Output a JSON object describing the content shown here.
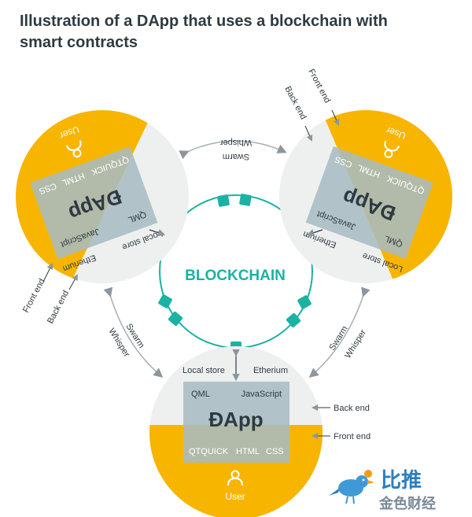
{
  "title": {
    "line1": "Illustration of a DApp that uses a blockchain with",
    "line2": "smart contracts"
  },
  "blockchain": {
    "label": "BLOCKCHAIN"
  },
  "nodes": {
    "bottom": {
      "user": "User",
      "dapp": "ĐApp",
      "qml": "QML",
      "javascript": "JavaScript",
      "qtquick": "QTQUICK",
      "html": "HTML",
      "css": "CSS",
      "local_store": "Local store",
      "etherium": "Etherium",
      "back_end": "Back end",
      "front_end": "Front end"
    },
    "left": {
      "user": "User",
      "dapp": "ĐApp",
      "qml": "QML",
      "javascript": "JavaScript",
      "qtquick": "QTQUICK",
      "html": "HTML",
      "css": "CSS",
      "local_store": "Local store",
      "etherium": "Etherium",
      "back_end": "Back end",
      "front_end": "Front end"
    },
    "right": {
      "user": "User",
      "dapp": "ĐApp",
      "qml": "QML",
      "javascript": "JavaScript",
      "qtquick": "QTQUICK",
      "html": "HTML",
      "css": "CSS",
      "local_store": "Local store",
      "etherium": "Etherium",
      "back_end": "Back end",
      "front_end": "Front end"
    }
  },
  "links": {
    "top": {
      "swarm": "Swarm",
      "whisper": "Whisper"
    },
    "left": {
      "swarm": "Swarm",
      "whisper": "Whisper"
    },
    "right": {
      "swarm": "Swarm",
      "whisper": "Whisper"
    }
  },
  "watermark": {
    "text1": "比推",
    "text2": "金色财经"
  },
  "colors": {
    "teal": "#1ab2a3",
    "yellow": "#f7b500",
    "circle_gray": "#eef0f0",
    "panel": "#a9bcc2",
    "text_dark": "#2f3a40"
  }
}
